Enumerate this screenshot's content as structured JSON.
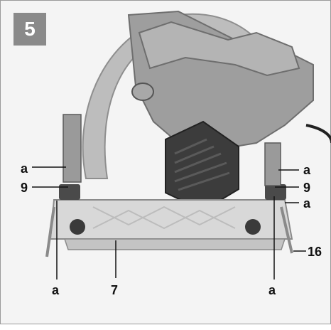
{
  "figure": {
    "number": "5",
    "badge_color": "#8a8a8a"
  },
  "callouts": {
    "a_left_top": "a",
    "nine_left": "9",
    "a_left_bottom": "a",
    "seven": "7",
    "a_right_top": "a",
    "nine_right": "9",
    "a_right_mid": "a",
    "sixteen": "16",
    "a_right_bottom": "a"
  },
  "colors": {
    "background": "#f4f4f4",
    "tool_body": "#9e9e9e",
    "tool_dark": "#3a3a3a",
    "base_plate": "#d8d8d8"
  }
}
